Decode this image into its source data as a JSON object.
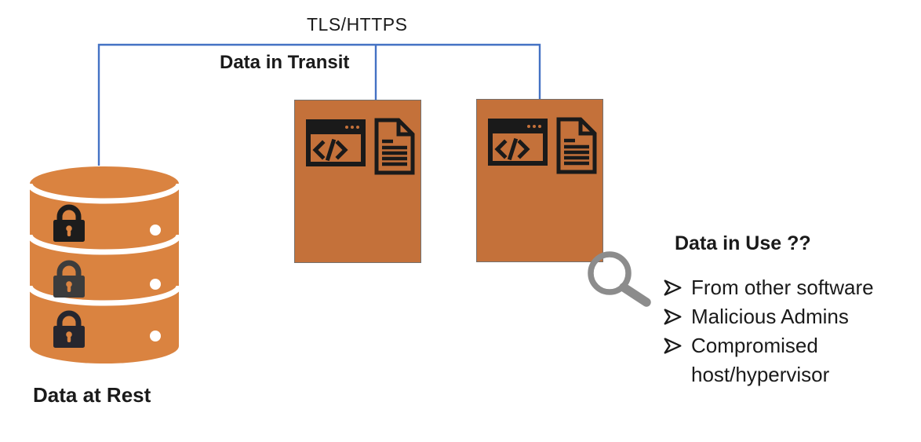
{
  "palette": {
    "box_orange": "#C4713A",
    "cylinder_orange": "#DA8340",
    "connector_blue": "#4472C4",
    "magnifier_gray": "#8C8C8C",
    "icon_black": "#1A1A1A"
  },
  "labels": {
    "tls": "TLS/HTTPS",
    "transit": "Data in Transit",
    "rest": "Data at Rest"
  },
  "use": {
    "title": "Data in Use ??",
    "bullets": [
      "From other software",
      "Malicious Admins",
      "Compromised host/hypervisor"
    ]
  },
  "icons": {
    "database": "database-cylinder-icon",
    "locks": "padlock-icon",
    "code_window": "code-window-icon",
    "document": "document-icon",
    "magnifier": "magnifying-glass-icon",
    "bullet_marker": "arrow-dart-icon"
  }
}
